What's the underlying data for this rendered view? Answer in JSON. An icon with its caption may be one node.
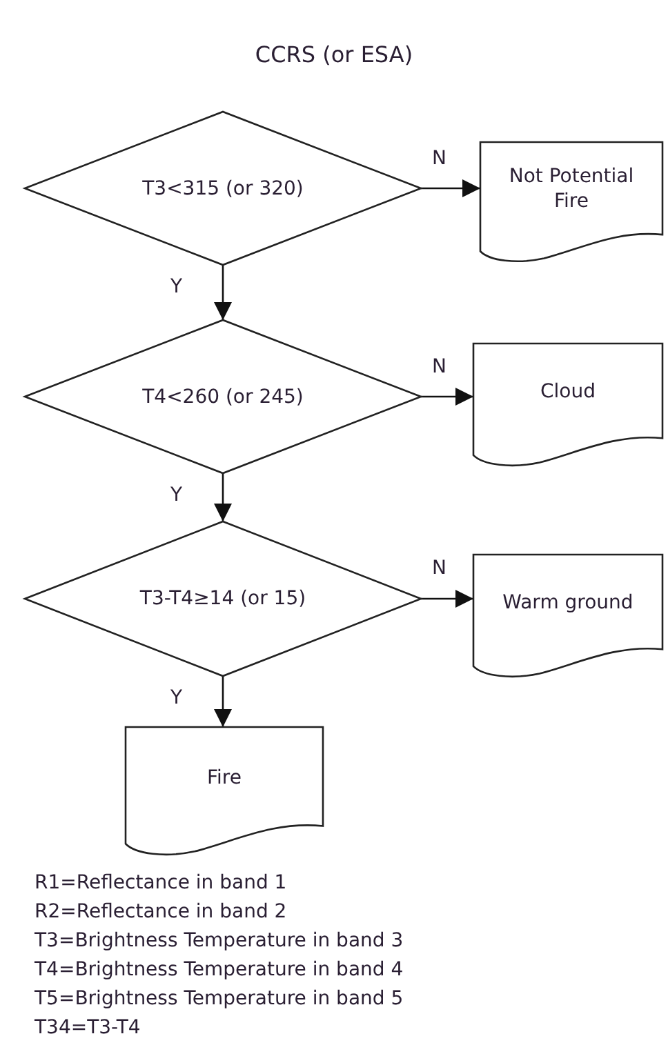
{
  "diagram": {
    "title": "CCRS (or ESA)",
    "nodes": [
      {
        "text": [
          "T3<315 (or 320)"
        ]
      },
      {
        "text": [
          "Not Potential Fire"
        ]
      },
      {
        "text": [
          "T4<260 (or 245)"
        ]
      },
      {
        "text": [
          "Cloud"
        ]
      },
      {
        "text": [
          "T3-T4≥14 (or 15)"
        ]
      },
      {
        "text": [
          "Warm ground"
        ]
      },
      {
        "text": [
          "Fire"
        ]
      }
    ],
    "edges": [
      {
        "from": 0,
        "to": 1,
        "arrow": "to",
        "label": "N"
      },
      {
        "from": 0,
        "to": 2,
        "arrow": "to",
        "label": "Y"
      },
      {
        "from": 2,
        "to": 3,
        "arrow": "to",
        "label": "N"
      },
      {
        "from": 2,
        "to": 4,
        "arrow": "to",
        "label": "Y"
      },
      {
        "from": 4,
        "to": 5,
        "arrow": "to",
        "label": "N"
      },
      {
        "from": 4,
        "to": 6,
        "arrow": "to",
        "label": "Y"
      }
    ],
    "labels": [
      "R1=Reflectance in band 1",
      "R2=Reflectance in band 2",
      "T3=Brightness Temperature in band 3",
      "T4=Brightness Temperature in band 4",
      "T5=Brightness Temperature in band 5",
      "T34=T3-T4"
    ]
  }
}
